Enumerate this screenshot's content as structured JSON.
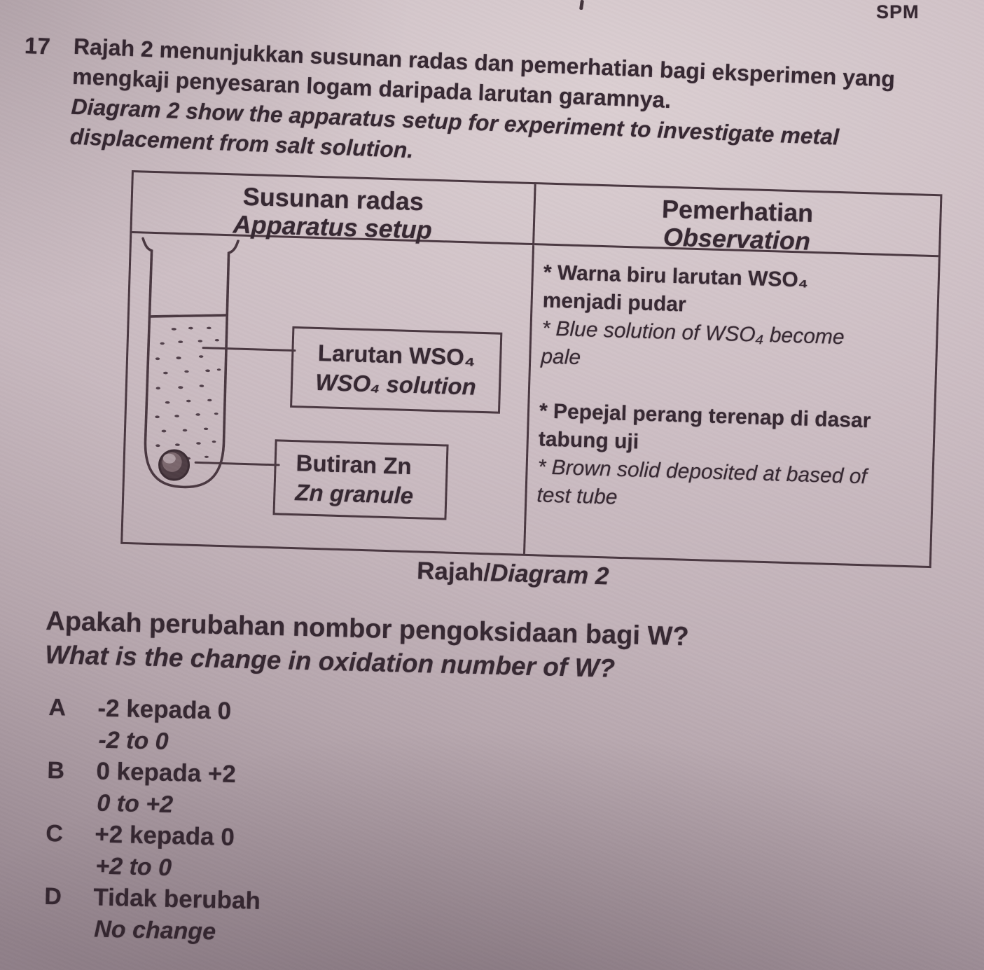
{
  "colors": {
    "paper": "#cdbec4",
    "ink": "#362832",
    "line": "#4a3841"
  },
  "header": {
    "corner_label": "SPM"
  },
  "question": {
    "number": "17",
    "intro": [
      {
        "text": "Rajah 2 menunjukkan susunan radas dan pemerhatian bagi eksperimen yang",
        "style": "my"
      },
      {
        "text": "mengkaji penyesaran logam daripada larutan garamnya.",
        "style": "my"
      },
      {
        "text": "Diagram 2 show the apparatus setup for experiment to investigate metal",
        "style": "en"
      },
      {
        "text": "displacement from salt solution.",
        "style": "en"
      }
    ],
    "prompt_my": "Apakah perubahan nombor pengoksidaan bagi W?",
    "prompt_en": "What is the change in oxidation number of W?"
  },
  "figure": {
    "caption_my": "Rajah/",
    "caption_en": "Diagram 2",
    "table": {
      "col1_header_my": "Susunan radas",
      "col1_header_en": "Apparatus setup",
      "col2_header_my": "Pemerhatian",
      "col2_header_en": "Observation"
    },
    "diagram_labels": {
      "solution_my": "Larutan WSO₄",
      "solution_en": "WSO₄ solution",
      "granule_my": "Butiran Zn",
      "granule_en": "Zn granule"
    },
    "observations": [
      {
        "text": "* Warna biru larutan WSO₄",
        "style": "my"
      },
      {
        "text": "menjadi pudar",
        "style": "my"
      },
      {
        "text": "* Blue solution of WSO₄ become",
        "style": "en"
      },
      {
        "text": "pale",
        "style": "en"
      },
      {
        "text": "* Pepejal perang terenap di dasar",
        "style": "my"
      },
      {
        "text": "tabung uji",
        "style": "my"
      },
      {
        "text": "* Brown solid deposited at based of",
        "style": "en"
      },
      {
        "text": "test tube",
        "style": "en"
      }
    ]
  },
  "options": [
    {
      "letter": "A",
      "my": "-2 kepada 0",
      "en": "-2 to 0"
    },
    {
      "letter": "B",
      "my": "0 kepada +2",
      "en": "0 to +2"
    },
    {
      "letter": "C",
      "my": "+2 kepada 0",
      "en": "+2 to 0"
    },
    {
      "letter": "D",
      "my": "Tidak berubah",
      "en": "No change"
    }
  ]
}
